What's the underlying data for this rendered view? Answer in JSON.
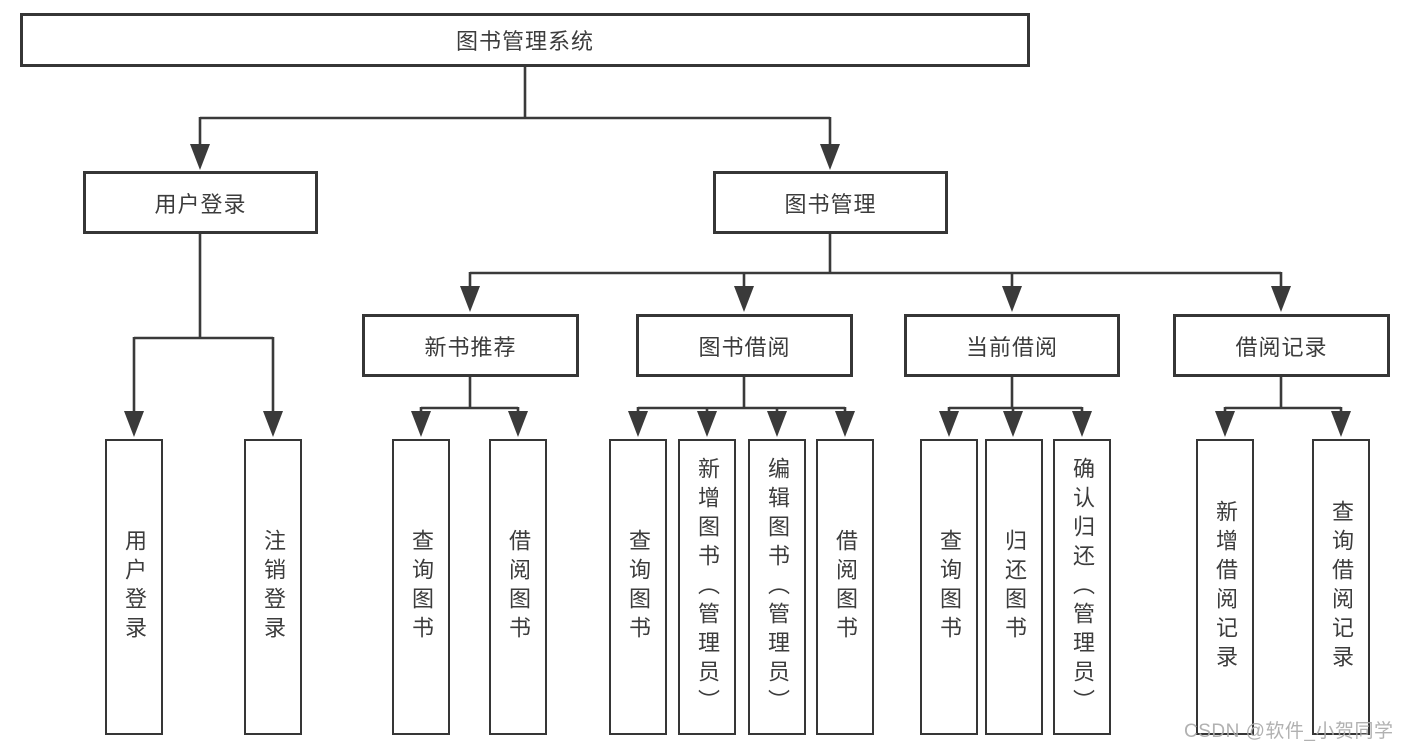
{
  "diagram": {
    "root": {
      "label": "图书管理系统"
    },
    "branches": [
      {
        "label": "用户登录",
        "children": [
          {
            "label": "用户登录"
          },
          {
            "label": "注销登录"
          }
        ]
      },
      {
        "label": "图书管理",
        "children": [
          {
            "label": "新书推荐",
            "children": [
              {
                "label": "查询图书"
              },
              {
                "label": "借阅图书"
              }
            ]
          },
          {
            "label": "图书借阅",
            "children": [
              {
                "label": "查询图书"
              },
              {
                "label": "新增图书（管理员）"
              },
              {
                "label": "编辑图书（管理员）"
              },
              {
                "label": "借阅图书"
              }
            ]
          },
          {
            "label": "当前借阅",
            "children": [
              {
                "label": "查询图书"
              },
              {
                "label": "归还图书"
              },
              {
                "label": "确认归还（管理员）"
              }
            ]
          },
          {
            "label": "借阅记录",
            "children": [
              {
                "label": "新增借阅记录"
              },
              {
                "label": "查询借阅记录"
              }
            ]
          }
        ]
      }
    ]
  },
  "watermark": {
    "text": "CSDN @软件_小贺同学"
  },
  "colors": {
    "line": "#3a3a3a",
    "border": "#363636",
    "text": "#3c3c3c",
    "watermark": "#aaaaaa",
    "background": "#ffffff"
  }
}
